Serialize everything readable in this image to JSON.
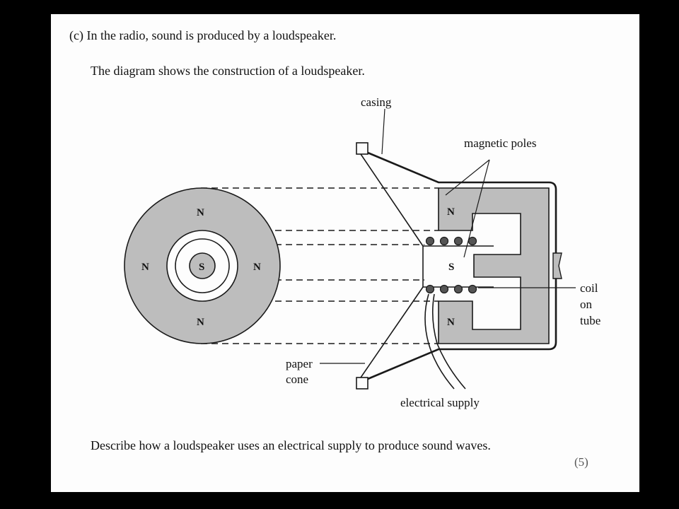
{
  "question": {
    "intro": "(c) In the radio, sound is produced by a loudspeaker.",
    "sub": "The diagram shows the construction of a loudspeaker.",
    "task": "Describe how a loudspeaker uses an electrical supply to produce sound waves.",
    "marks": "(5)"
  },
  "diagram": {
    "labels": {
      "casing": "casing",
      "magnetic_poles": "magnetic poles",
      "coil": "coil",
      "on": "on",
      "tube": "tube",
      "paper": "paper",
      "cone": "cone",
      "electrical_supply": "electrical supply"
    },
    "end_view_poles": {
      "top": "N",
      "left": "N",
      "centre": "S",
      "right": "N",
      "bottom": "N"
    },
    "side_view_poles": {
      "top": "N",
      "centre": "S",
      "bottom": "N"
    },
    "colors": {
      "magnet_fill": "#bdbdbd",
      "line": "#1a1a1a",
      "page": "#fdfdfd",
      "background": "#000000"
    }
  }
}
